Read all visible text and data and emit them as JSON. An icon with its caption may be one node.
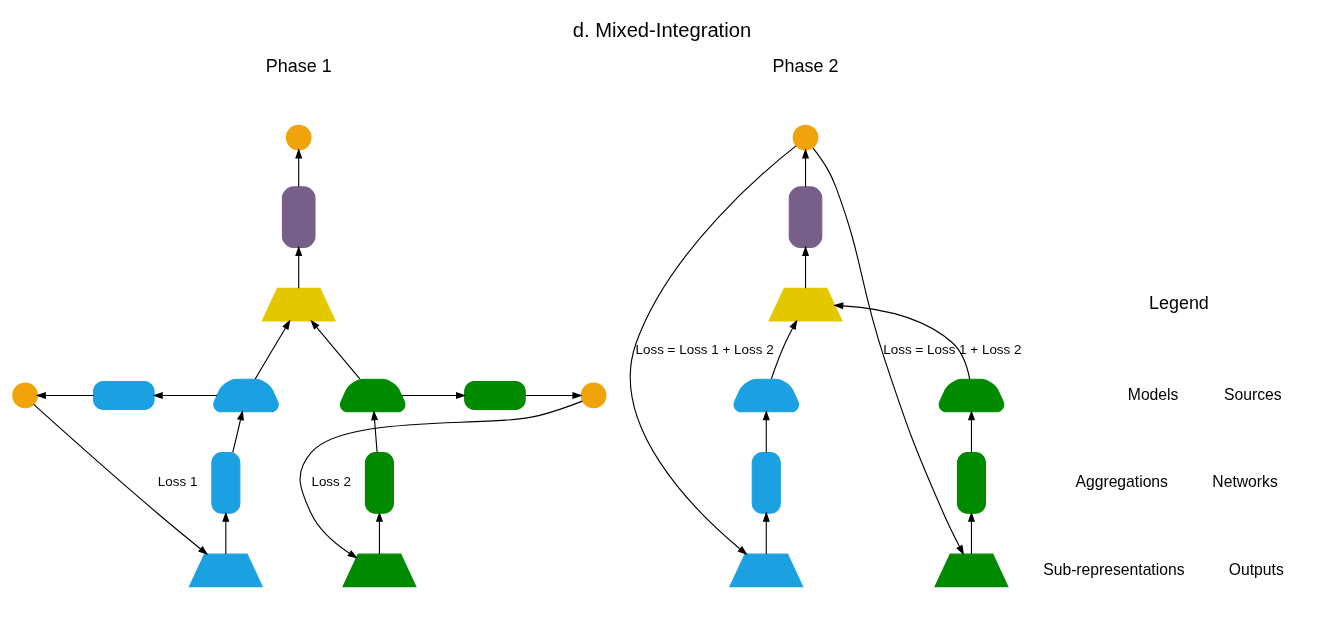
{
  "diagram": {
    "title": "d. Mixed-Integration",
    "nodes": [
      {
        "text": [],
        "shape": "circle"
      },
      {
        "text": [],
        "shape": "box"
      },
      {
        "text": [],
        "shape": "trapezoid"
      },
      {
        "text": [],
        "shape": "circle"
      },
      {
        "text": [],
        "shape": "box"
      },
      {
        "text": [],
        "shape": "trapezoid"
      },
      {
        "text": [],
        "shape": "trapezoid"
      },
      {
        "text": [],
        "shape": "box"
      },
      {
        "text": [],
        "shape": "circle"
      },
      {
        "text": [],
        "shape": "box"
      },
      {
        "text": [],
        "shape": "box"
      },
      {
        "text": [],
        "shape": "trapezoid"
      },
      {
        "text": [],
        "shape": "trapezoid"
      },
      {
        "text": [],
        "shape": "circle"
      },
      {
        "text": [],
        "shape": "box"
      },
      {
        "text": [],
        "shape": "trapezoid"
      },
      {
        "text": [],
        "shape": "trapezoid"
      },
      {
        "text": [],
        "shape": "trapezoid"
      },
      {
        "text": [],
        "shape": "box"
      },
      {
        "text": [],
        "shape": "box"
      },
      {
        "text": [],
        "shape": "trapezoid"
      },
      {
        "text": [],
        "shape": "trapezoid"
      }
    ],
    "edges": [
      {
        "from": 1,
        "to": 0,
        "arrow": "to"
      },
      {
        "from": 2,
        "to": 1,
        "arrow": "to"
      },
      {
        "from": 5,
        "to": 2,
        "arrow": "to"
      },
      {
        "from": 6,
        "to": 2,
        "arrow": "to"
      },
      {
        "from": 5,
        "to": 4,
        "arrow": "to"
      },
      {
        "from": 4,
        "to": 3,
        "arrow": "to"
      },
      {
        "from": 6,
        "to": 7,
        "arrow": "to"
      },
      {
        "from": 7,
        "to": 8,
        "arrow": "to"
      },
      {
        "from": 9,
        "to": 5,
        "arrow": "to"
      },
      {
        "from": 10,
        "to": 6,
        "arrow": "to"
      },
      {
        "from": 11,
        "to": 9,
        "arrow": "to"
      },
      {
        "from": 12,
        "to": 10,
        "arrow": "to"
      },
      {
        "from": 3,
        "to": 11,
        "arrow": "to",
        "label": "Loss 1"
      },
      {
        "from": 8,
        "to": 12,
        "arrow": "to",
        "label": "Loss 2"
      },
      {
        "from": 14,
        "to": 13,
        "arrow": "to"
      },
      {
        "from": 15,
        "to": 14,
        "arrow": "to"
      },
      {
        "from": 16,
        "to": 15,
        "arrow": "to"
      },
      {
        "from": 17,
        "to": 15,
        "arrow": "to"
      },
      {
        "from": 18,
        "to": 16,
        "arrow": "to"
      },
      {
        "from": 19,
        "to": 17,
        "arrow": "to"
      },
      {
        "from": 20,
        "to": 18,
        "arrow": "to"
      },
      {
        "from": 21,
        "to": 19,
        "arrow": "to"
      },
      {
        "from": 13,
        "to": 20,
        "arrow": "to",
        "label": "Loss = Loss 1 + Loss 2"
      },
      {
        "from": 13,
        "to": 21,
        "arrow": "to",
        "label": "Loss = Loss 1 + Loss 2"
      }
    ],
    "labels": [
      "Phase 1",
      "Phase 2",
      "Legend"
    ],
    "legend": [
      {
        "text": "Models"
      },
      {
        "text": "Sources"
      },
      {
        "text": "Aggregations"
      },
      {
        "text": "Networks"
      },
      {
        "text": "Outputs"
      },
      {
        "text": "Sub-representations"
      }
    ]
  }
}
